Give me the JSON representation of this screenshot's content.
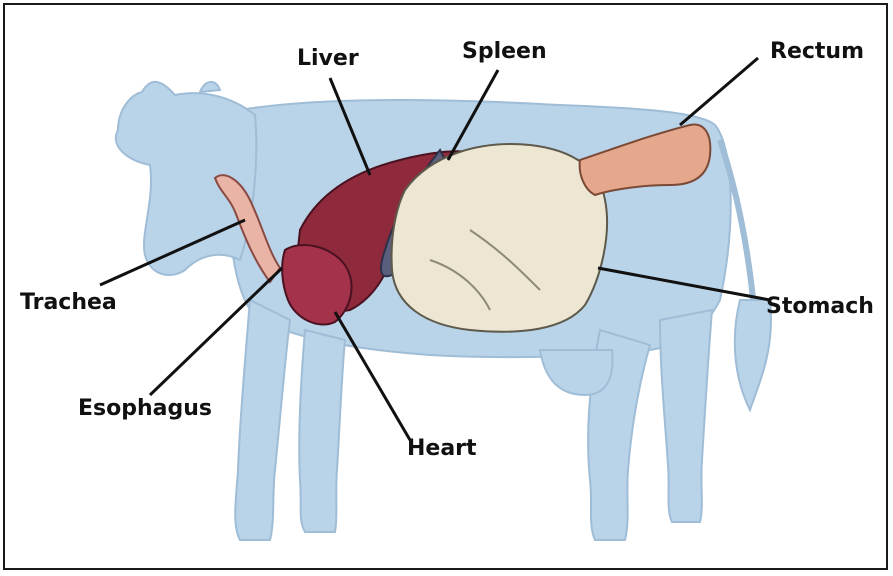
{
  "diagram": {
    "labels": {
      "liver": "Liver",
      "spleen": "Spleen",
      "rectum": "Rectum",
      "trachea": "Trachea",
      "esophagus": "Esophagus",
      "heart": "Heart",
      "stomach": "Stomach"
    },
    "colors": {
      "body": "#b9d3e8",
      "body_outline": "#9fbdd6",
      "liver": "#8e2a3c",
      "heart": "#a3324a",
      "spleen": "#5a5f7d",
      "stomach": "#ece6d2",
      "rectum": "#e6a88c",
      "trachea": "#e9b3a6",
      "leader": "#111111"
    }
  }
}
